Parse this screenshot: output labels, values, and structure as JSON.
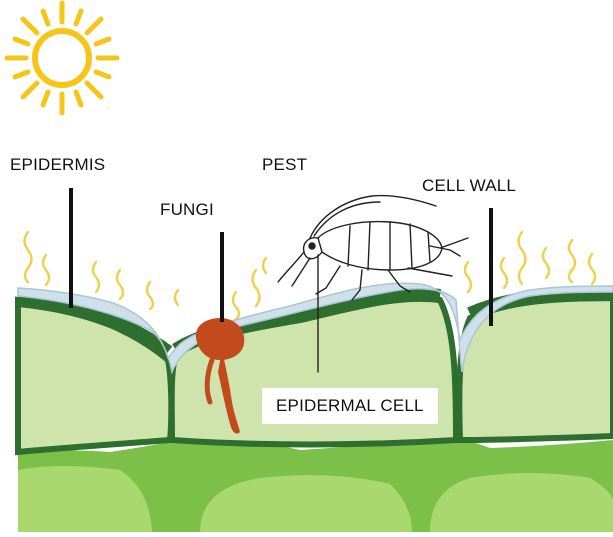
{
  "labels": {
    "epidermis": "EPIDERMIS",
    "pest": "PEST",
    "fungi": "FUNGI",
    "cell_wall": "CELL WALL",
    "epidermal_cell": "EPIDERMAL CELL"
  },
  "icons": {
    "sun": "sun-icon",
    "pest": "aphid-insect",
    "fungi": "fungal-growth"
  },
  "colors": {
    "sun": "#f5c518",
    "wax_waves": "#f2cf4a",
    "cuticle": "#cfe0ea",
    "cell_wall_dark": "#2e6e2e",
    "epidermal_cell": "#cfe3ad",
    "mesophyll_green": "#7cc04a",
    "mesophyll_light": "#a9d86e",
    "fungi": "#c24a1c",
    "pointer_lines": "#111111"
  }
}
